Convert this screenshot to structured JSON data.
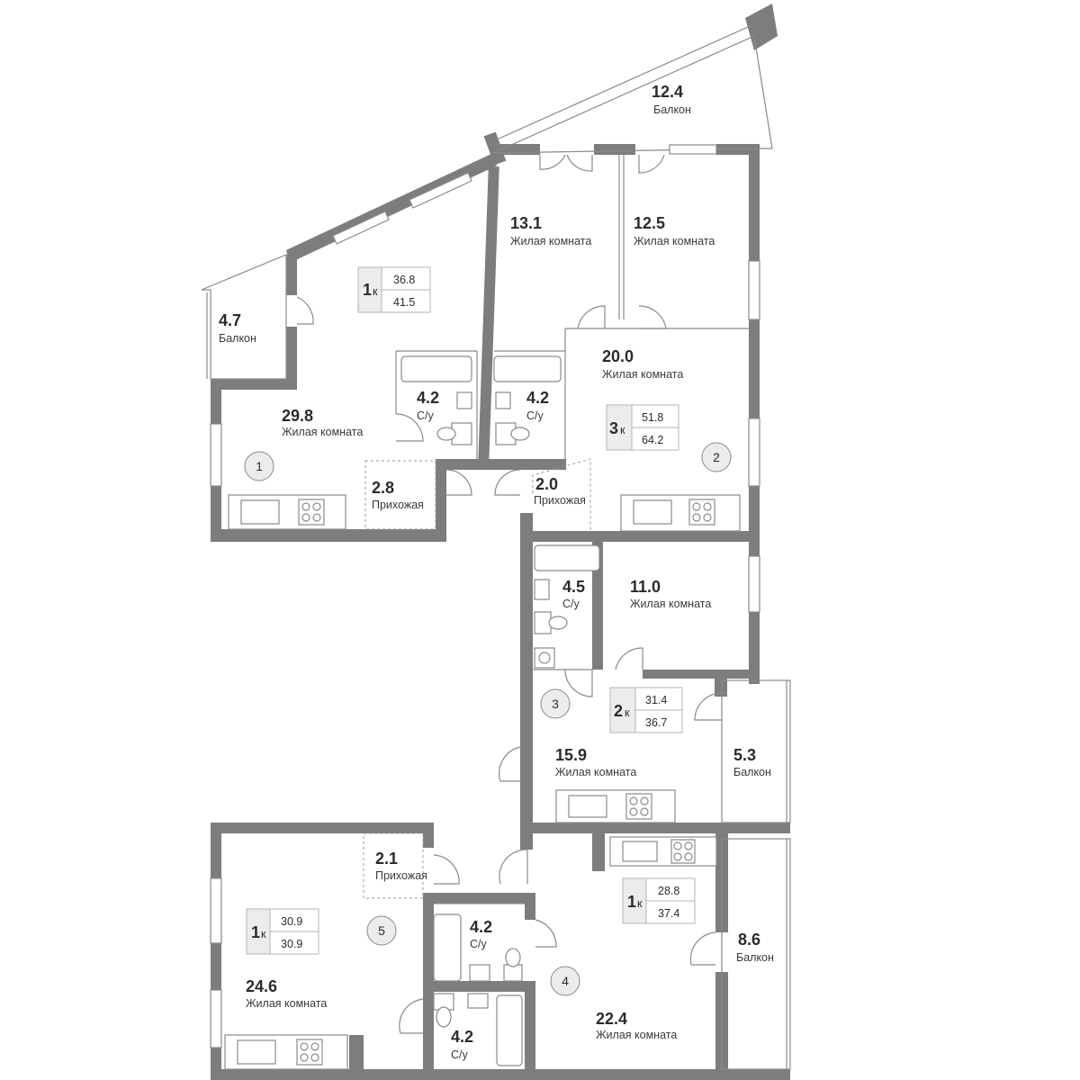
{
  "colors": {
    "wall": "#7d7d7d",
    "line": "#8a8a8a",
    "tag_bg": "#ececec",
    "text": "#2b2b2b"
  },
  "rooms": [
    {
      "id": "balcony-top",
      "area": "12.4",
      "label": "Балкон"
    },
    {
      "id": "living-13-1",
      "area": "13.1",
      "label": "Жилая комната"
    },
    {
      "id": "living-12-5",
      "area": "12.5",
      "label": "Жилая комната"
    },
    {
      "id": "balcony-4-7",
      "area": "4.7",
      "label": "Балкон"
    },
    {
      "id": "living-29-8",
      "area": "29.8",
      "label": "Жилая комната"
    },
    {
      "id": "bath-4-2-a",
      "area": "4.2",
      "label": "С/у"
    },
    {
      "id": "bath-4-2-b",
      "area": "4.2",
      "label": "С/у"
    },
    {
      "id": "living-20-0",
      "area": "20.0",
      "label": "Жилая комната"
    },
    {
      "id": "hall-2-8",
      "area": "2.8",
      "label": "Прихожая"
    },
    {
      "id": "hall-2-0",
      "area": "2.0",
      "label": "Прихожая"
    },
    {
      "id": "bath-4-5",
      "area": "4.5",
      "label": "С/у"
    },
    {
      "id": "living-11-0",
      "area": "11.0",
      "label": "Жилая комната"
    },
    {
      "id": "living-15-9",
      "area": "15.9",
      "label": "Жилая комната"
    },
    {
      "id": "balcony-5-3",
      "area": "5.3",
      "label": "Балкон"
    },
    {
      "id": "hall-2-1",
      "area": "2.1",
      "label": "Прихожая"
    },
    {
      "id": "bath-4-2-c",
      "area": "4.2",
      "label": "С/у"
    },
    {
      "id": "balcony-8-6",
      "area": "8.6",
      "label": "Балкон"
    },
    {
      "id": "living-24-6",
      "area": "24.6",
      "label": "Жилая комната"
    },
    {
      "id": "living-22-4",
      "area": "22.4",
      "label": "Жилая комната"
    },
    {
      "id": "bath-4-2-d",
      "area": "4.2",
      "label": "С/у"
    }
  ],
  "apartments": [
    {
      "number": "1",
      "rooms": "1",
      "rooms_suffix": "к",
      "living_area": "36.8",
      "total_area": "41.5"
    },
    {
      "number": "2",
      "rooms": "3",
      "rooms_suffix": "к",
      "living_area": "51.8",
      "total_area": "64.2"
    },
    {
      "number": "3",
      "rooms": "2",
      "rooms_suffix": "к",
      "living_area": "31.4",
      "total_area": "36.7"
    },
    {
      "number": "4",
      "rooms": "1",
      "rooms_suffix": "к",
      "living_area": "28.8",
      "total_area": "37.4"
    },
    {
      "number": "5",
      "rooms": "1",
      "rooms_suffix": "к",
      "living_area": "30.9",
      "total_area": "30.9"
    }
  ]
}
